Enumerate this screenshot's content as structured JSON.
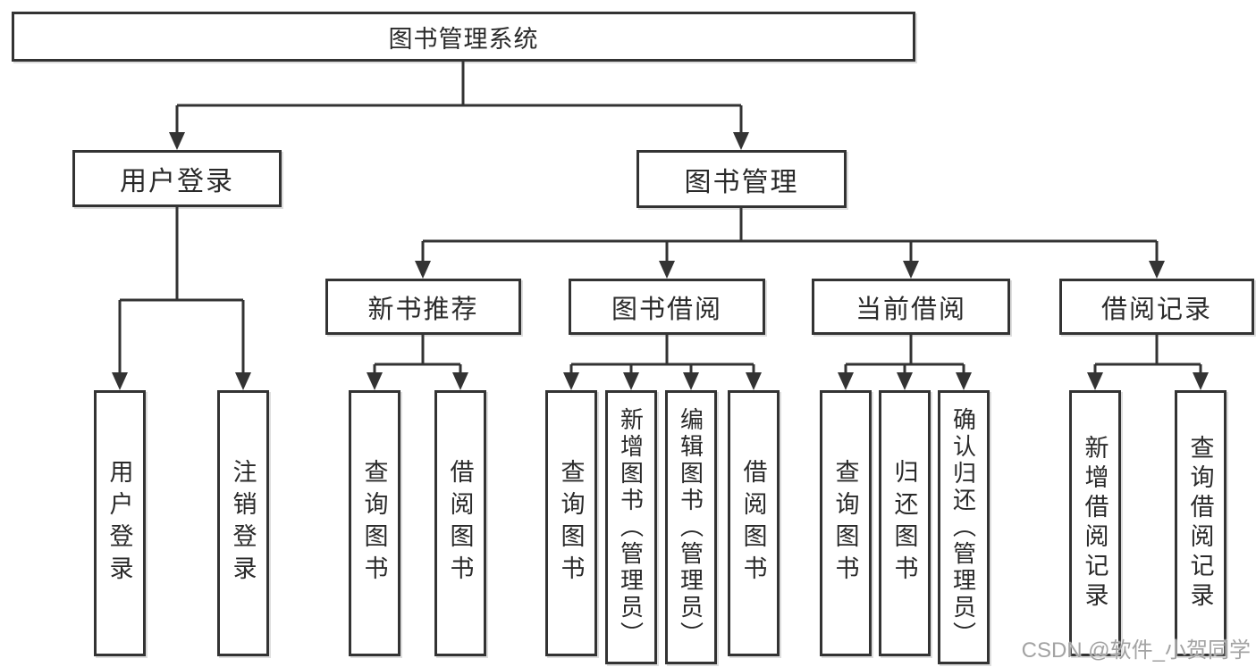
{
  "tree": {
    "root": "图书管理系统",
    "branches": [
      {
        "label": "用户登录",
        "leaves": [
          "用户登录",
          "注销登录"
        ]
      },
      {
        "label": "图书管理",
        "groups": [
          {
            "label": "新书推荐",
            "leaves": [
              "查询图书",
              "借阅图书"
            ]
          },
          {
            "label": "图书借阅",
            "leaves": [
              "查询图书",
              "新增图书（管理员）",
              "编辑图书（管理员）",
              "借阅图书"
            ]
          },
          {
            "label": "当前借阅",
            "leaves": [
              "查询图书",
              "归还图书",
              "确认归还（管理员）"
            ]
          },
          {
            "label": "借阅记录",
            "leaves": [
              "新增借阅记录",
              "查询借阅记录"
            ]
          }
        ]
      }
    ]
  },
  "watermark": "CSDN @软件_小贺同学",
  "colors": {
    "line": "#333333",
    "text": "#2a2a2a",
    "box_background": "#ffffff",
    "background": "#ffffff",
    "watermark": "#a3a3a3"
  }
}
